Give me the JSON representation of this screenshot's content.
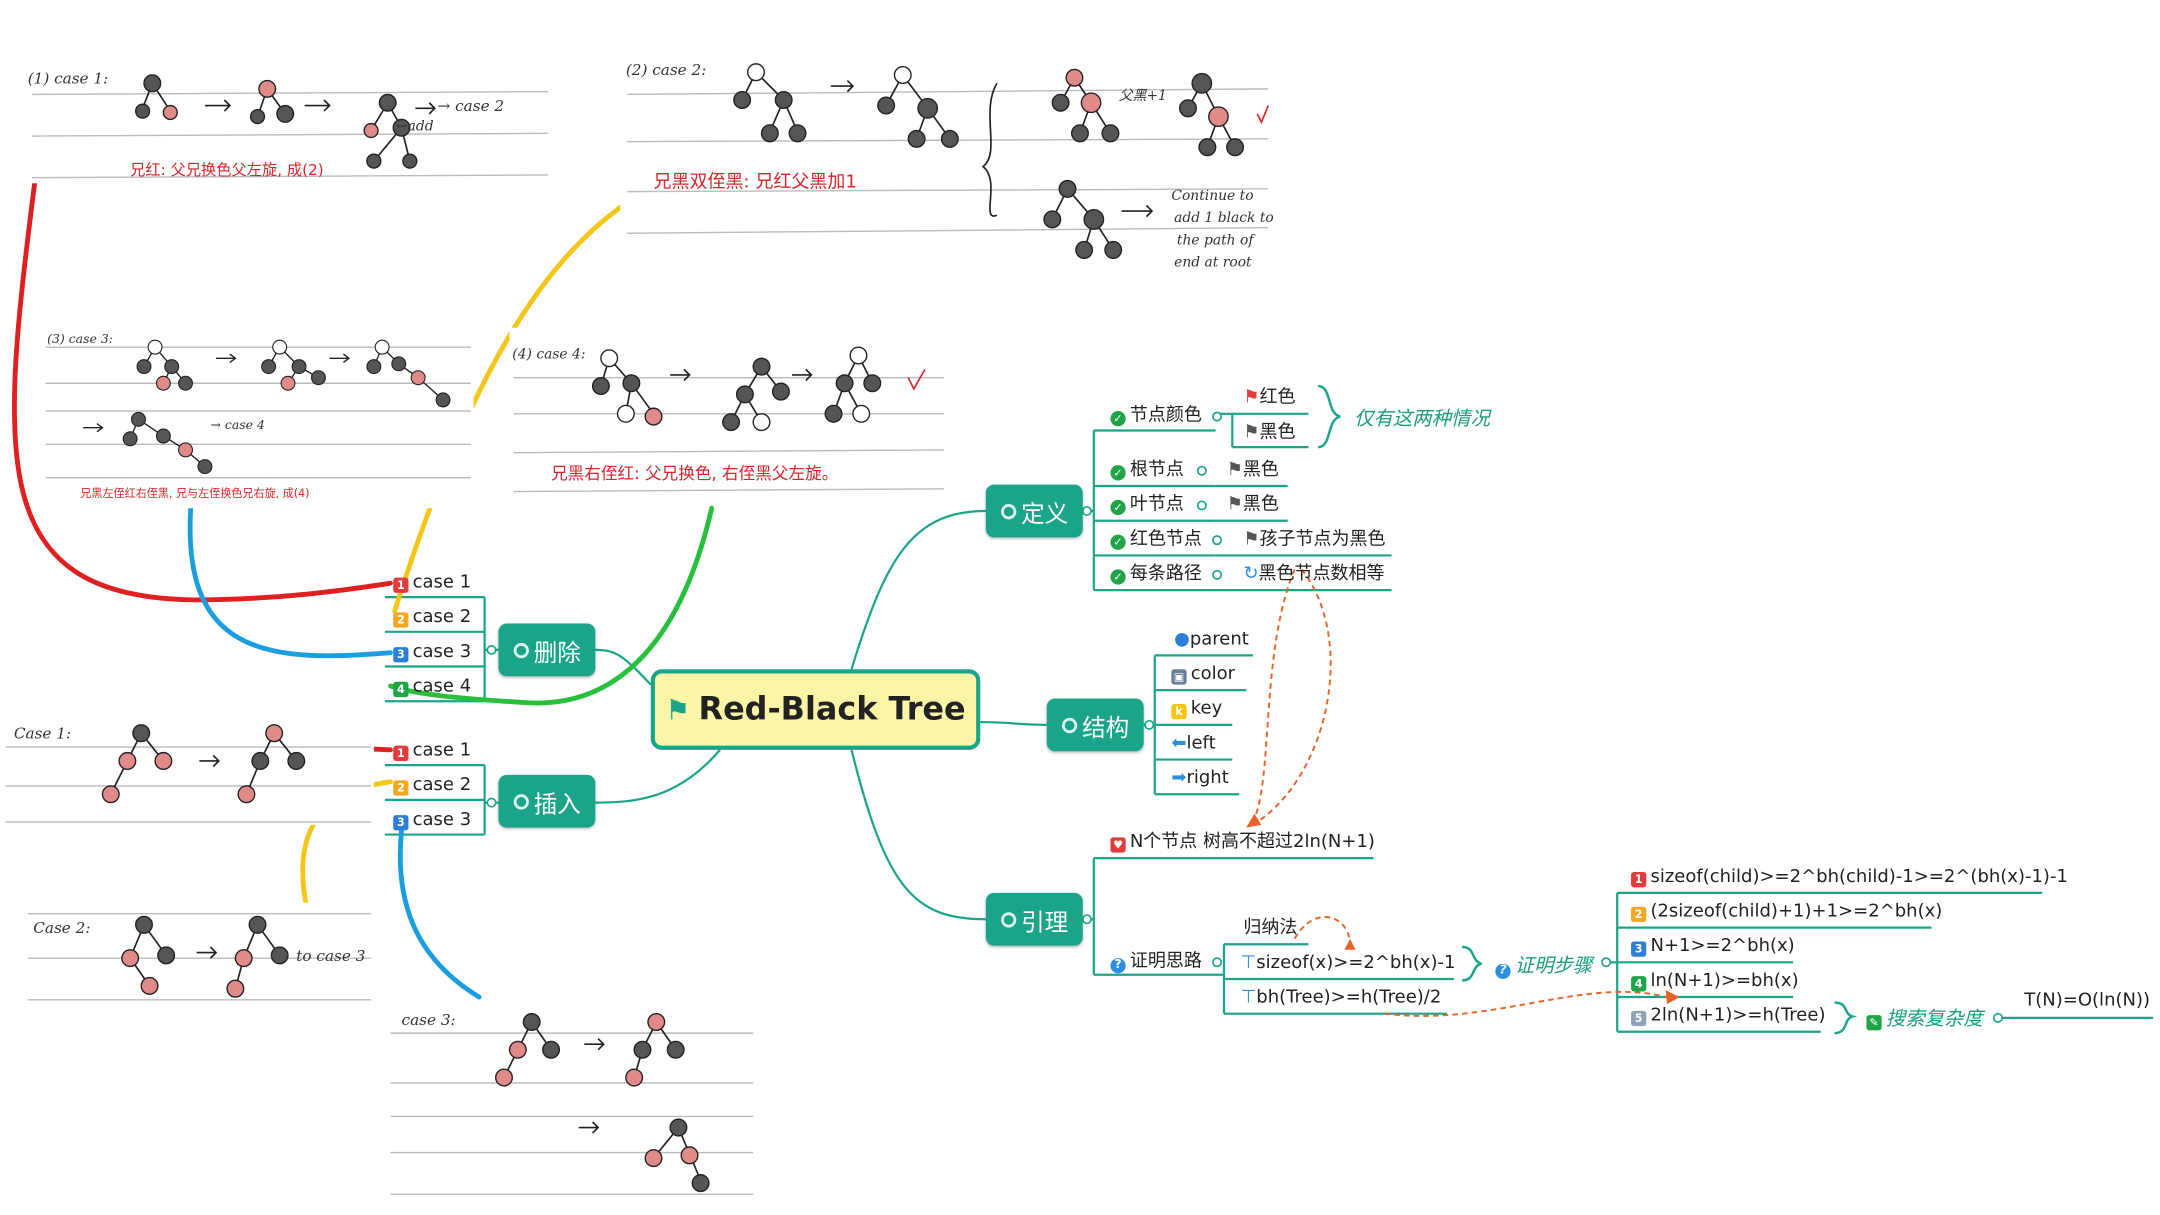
{
  "central": {
    "title": "Red-Black Tree"
  },
  "topics": {
    "definition": "定义",
    "structure": "结构",
    "lemma": "引理",
    "delete": "删除",
    "insert": "插入"
  },
  "definition": {
    "node_color": "节点颜色",
    "red": "红色",
    "black": "黑色",
    "only_two": "仅有这两种情况",
    "root": "根节点",
    "root_black": "黑色",
    "leaf": "叶节点",
    "leaf_black": "黑色",
    "red_node": "红色节点",
    "red_children": "孩子节点为黑色",
    "path": "每条路径",
    "path_equal": "黑色节点数相等"
  },
  "structure": {
    "items": [
      "parent",
      "color",
      "key",
      "left",
      "right"
    ]
  },
  "lemma": {
    "n_nodes": "N个节点 树高不超过2ln(N+1)",
    "proof_idea": "证明思路",
    "induction": "归纳法",
    "sizeof": "sizeof(x)>=2^bh(x)-1",
    "bh": "bh(Tree)>=h(Tree)/2",
    "proof_steps": "证明步骤",
    "steps": [
      "sizeof(child)>=2^bh(child)-1>=2^(bh(x)-1)-1",
      "(2sizeof(child)+1)+1>=2^bh(x)",
      "N+1>=2^bh(x)",
      "ln(N+1)>=bh(x)",
      "2ln(N+1)>=h(Tree)"
    ],
    "search_complexity": "搜索复杂度",
    "complexity": "T(N)=O(ln(N))"
  },
  "delete_cases": [
    "case 1",
    "case 2",
    "case 3",
    "case 4"
  ],
  "insert_cases": [
    "case 1",
    "case 2",
    "case 3"
  ],
  "case_colors": [
    "#e03c3c",
    "#f5a623",
    "#2d7fd6",
    "#21a448"
  ],
  "line_colors": {
    "red": "#e02020",
    "yellow": "#f5c518",
    "blue": "#1a9ee0",
    "green": "#27c03a",
    "teal": "#1aa58a",
    "orange": "#e8632a"
  },
  "photos": {
    "del1": {
      "label": "(1) case 1:",
      "arrow_text": "→ case 2",
      "add": "←add",
      "note": "兄红: 父兄换色父左旋, 成(2)"
    },
    "del2": {
      "label": "(2) case 2:",
      "note": "兄黑双侄黑: 兄红父黑加1",
      "side": "父黑+1",
      "cont": [
        "Continue to",
        "add 1 black to",
        "the path of",
        "end at root"
      ]
    },
    "del3": {
      "label": "(3) case 3:",
      "next": "→ case 4",
      "note": "兄黑左侄红右侄黑, 兄与左侄换色兄右旋, 成(4)"
    },
    "del4": {
      "label": "(4) case 4:",
      "note": "兄黑右侄红: 父兄换色, 右侄黑父左旋。"
    },
    "ins1": {
      "label": "Case 1:"
    },
    "ins2": {
      "label": "Case 2:",
      "next": "to case 3"
    },
    "ins3": {
      "label": "case 3:"
    }
  }
}
